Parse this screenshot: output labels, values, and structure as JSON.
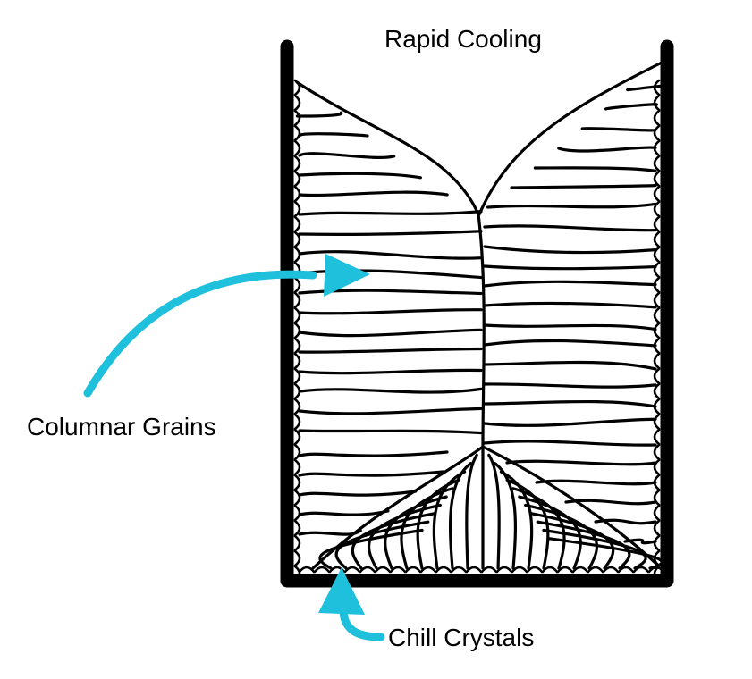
{
  "labels": {
    "top": "Rapid Cooling",
    "columnar": "Columnar Grains",
    "chill": "Chill Crystals"
  },
  "colors": {
    "ink": "#000000",
    "arrow": "#1fc0dc",
    "background": "#ffffff"
  }
}
